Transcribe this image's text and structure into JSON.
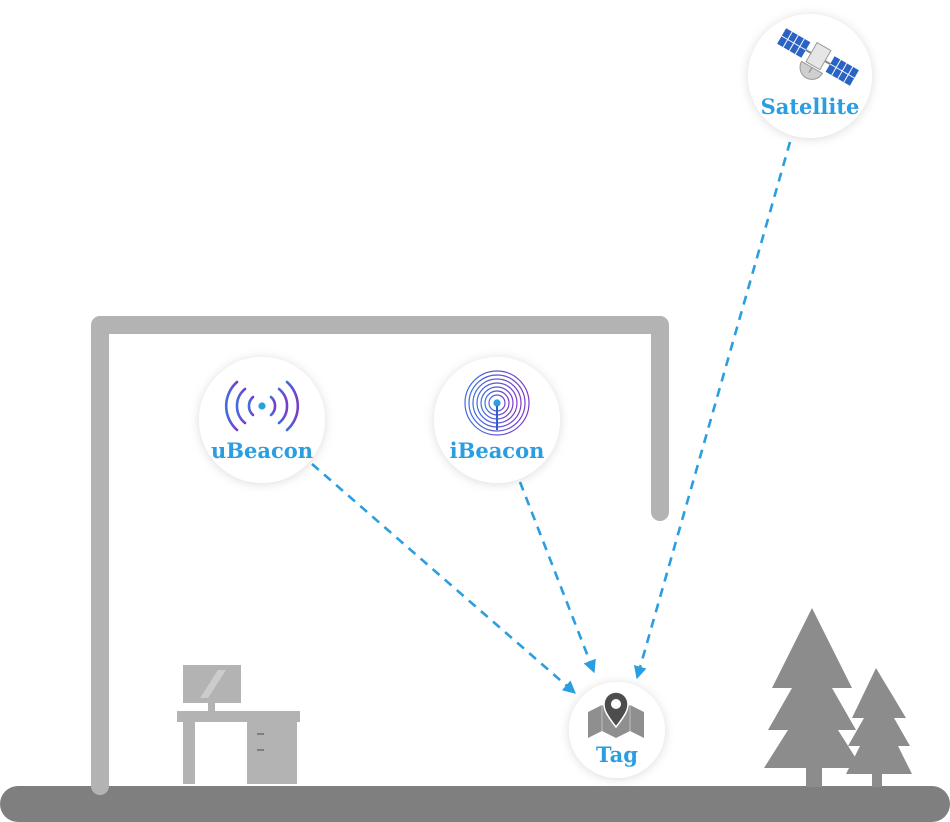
{
  "colors": {
    "accent": "#2a9ee0",
    "structure": "#b3b3b3",
    "ground": "#7f7f7f",
    "tree": "#8c8c8c",
    "beacon_gradient_start": "#3e6ee0",
    "beacon_gradient_end": "#7a3cc8"
  },
  "nodes": {
    "satellite": {
      "label": "Satellite",
      "icon": "satellite-icon"
    },
    "ubeacon": {
      "label": "uBeacon",
      "icon": "wifi-signal-icon"
    },
    "ibeacon": {
      "label": "iBeacon",
      "icon": "concentric-signal-icon"
    },
    "tag": {
      "label": "Tag",
      "icon": "map-pin-icon"
    }
  },
  "links": [
    {
      "from": "satellite",
      "to": "tag",
      "style": "dashed-arrow"
    },
    {
      "from": "ubeacon",
      "to": "tag",
      "style": "dashed-arrow"
    },
    {
      "from": "ibeacon",
      "to": "tag",
      "style": "dashed-arrow"
    }
  ]
}
